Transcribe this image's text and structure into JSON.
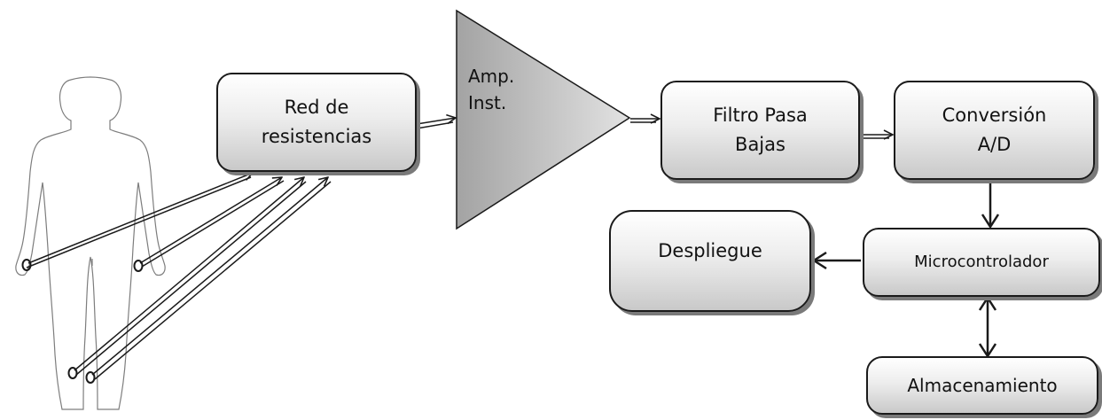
{
  "blocks": {
    "red": [
      "Red de",
      "resistencias"
    ],
    "amp": [
      "Amp.",
      "Inst."
    ],
    "filtro": [
      "Filtro Pasa",
      "Bajas"
    ],
    "conversion": [
      "Conversión",
      "A/D"
    ],
    "micro": "Microcontrolador",
    "despliegue": "Despliegue",
    "almacenamiento": "Almacenamiento"
  },
  "colors": {
    "line": "#1a1a1a",
    "triangle_fill_start": "#d9d9d9",
    "triangle_fill_end": "#9e9e9e"
  }
}
